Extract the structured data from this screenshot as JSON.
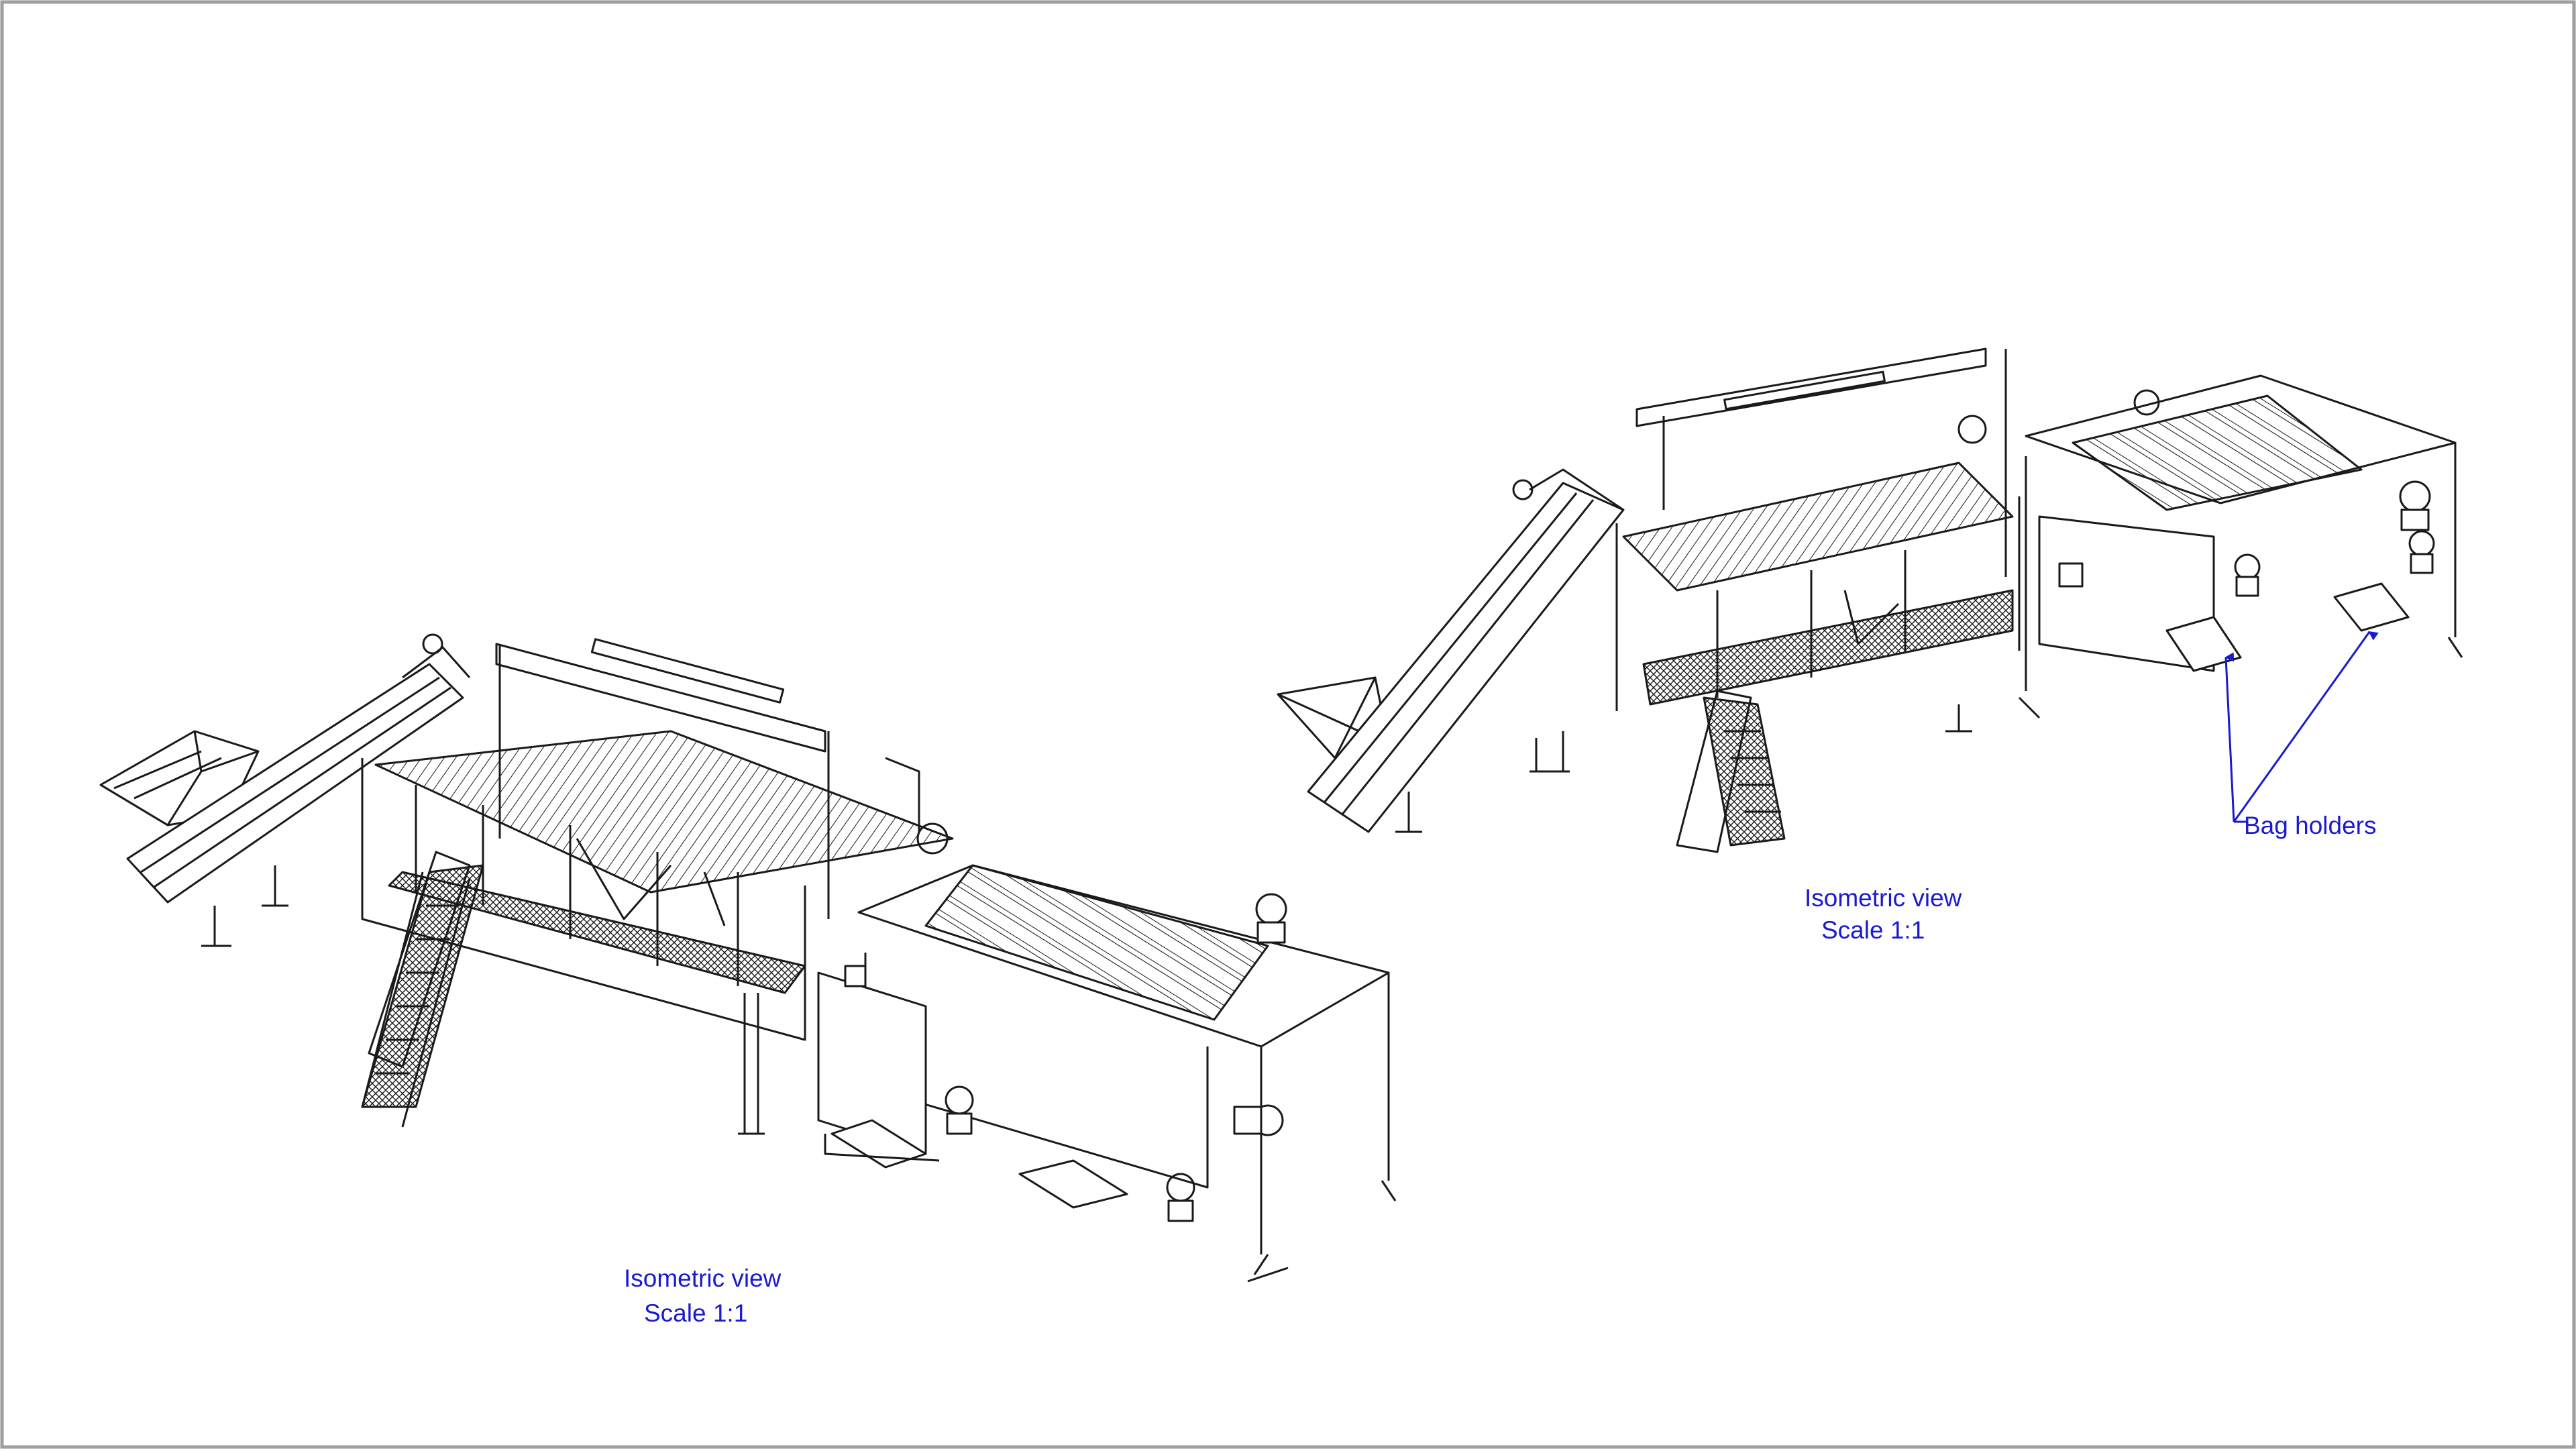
{
  "colors": {
    "background": "#ffffff",
    "frame": "#9e9e9e",
    "linework": "#1a1a1a",
    "annotation": "#1a1ad0"
  },
  "views": [
    {
      "label_line1": "Isometric view",
      "label_line2": "Scale 1:1"
    },
    {
      "label_line1": "Isometric view",
      "label_line2": "Scale 1:1"
    }
  ],
  "callout": {
    "text": "Bag holders"
  }
}
